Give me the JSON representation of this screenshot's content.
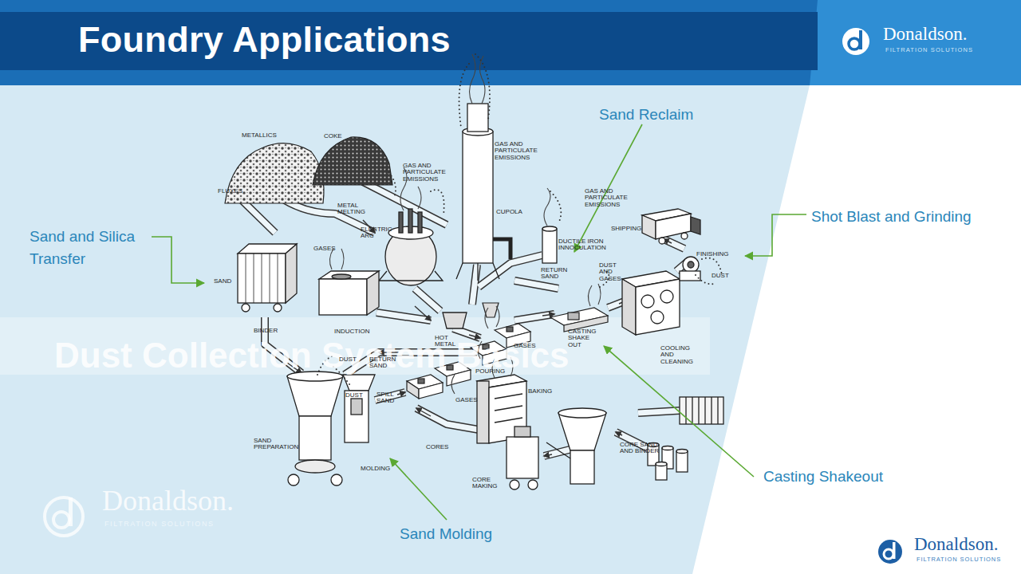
{
  "diagram": {
    "title": "Foundry Applications",
    "labels": [
      "Sand Reclaim",
      "Shot Blast and Grinding",
      "Sand and Silica Transfer",
      "Casting Shakeout",
      "Sand Molding",
      "Dust Collection System Basics",
      "Donaldson.",
      "FILTRATION SOLUTIONS",
      "Donaldson.",
      "FILTRATION SOLUTIONS",
      "Donaldson.",
      "FILTRATION SOLUTIONS",
      "METALLICS",
      "COKE",
      "FLUXES",
      "METAL MELTING",
      "GAS AND PARTICULATE EMISSIONS",
      "GAS AND PARTICULATE EMISSIONS",
      "CUPOLA",
      "ELECTRIC ARC",
      "GASES",
      "SAND",
      "INDUCTION",
      "HOT METAL",
      "GAS AND PARTICULATE EMISSIONS",
      "SHIPPING",
      "DUCTILE IRON INNOCULATION",
      "RETURN SAND",
      "DUST AND GASES",
      "FINISHING",
      "DUST",
      "CASTING SHAKE OUT",
      "COOLING AND CLEANING",
      "BINDER",
      "DUST",
      "RETURN SAND",
      "GASES",
      "POURING",
      "DUST",
      "SPILL SAND",
      "GASES",
      "BAKING",
      "CORES",
      "SAND PREPARATION",
      "MOLDING",
      "CORE MAKING",
      "CORE SAND AND BINDER"
    ]
  }
}
